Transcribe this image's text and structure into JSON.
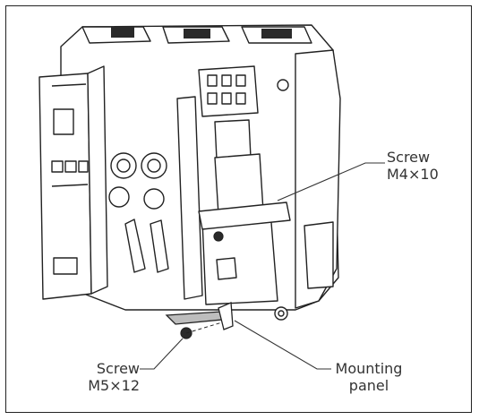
{
  "labels": {
    "screw_m4": {
      "name": "Screw",
      "spec": "M4×10"
    },
    "screw_m5": {
      "name": "Screw",
      "spec": "M5×12"
    },
    "mounting_panel": {
      "line1": "Mounting",
      "line2": "panel"
    }
  },
  "colors": {
    "line": "#222222",
    "text": "#333333",
    "fill": "#ffffff",
    "dark": "#2a2a2a",
    "grey": "#bdbdbd"
  }
}
